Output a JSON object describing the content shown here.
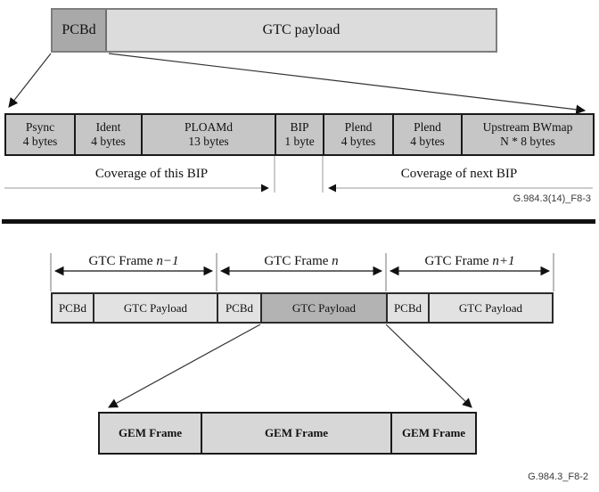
{
  "top_figure": {
    "bar": {
      "pcbd": "PCBd",
      "payload": "GTC payload"
    },
    "fields": [
      {
        "name": "Psync",
        "size": "4 bytes"
      },
      {
        "name": "Ident",
        "size": "4 bytes"
      },
      {
        "name": "PLOAMd",
        "size": "13 bytes"
      },
      {
        "name": "BIP",
        "size": "1 byte"
      },
      {
        "name": "Plend",
        "size": "4 bytes"
      },
      {
        "name": "Plend",
        "size": "4 bytes"
      },
      {
        "name": "Upstream BWmap",
        "size": "N * 8 bytes"
      }
    ],
    "coverage_this_label": "Coverage of this BIP",
    "coverage_next_label": "Coverage of next BIP",
    "caption": "G.984.3(14)_F8-3"
  },
  "bottom_figure": {
    "frame_labels": [
      {
        "prefix": "GTC Frame ",
        "suffix": "n−1"
      },
      {
        "prefix": "GTC Frame ",
        "suffix": "n"
      },
      {
        "prefix": "GTC Frame ",
        "suffix": "n+1"
      }
    ],
    "gtc_cells": [
      {
        "label": "PCBd"
      },
      {
        "label": "GTC Payload"
      },
      {
        "label": "PCBd"
      },
      {
        "label": "GTC Payload"
      },
      {
        "label": "PCBd"
      },
      {
        "label": "GTC Payload"
      }
    ],
    "gem_cells": [
      {
        "label": "GEM Frame"
      },
      {
        "label": "GEM Frame"
      },
      {
        "label": "GEM Frame"
      }
    ],
    "caption": "G.984.3_F8-2"
  },
  "colors": {
    "pcbd_dark": "#a9a9a9",
    "payload_light": "#dcdcdc",
    "field_fill": "#c6c6c6",
    "gtc_light": "#e2e2e2",
    "gtc_highlight": "#b3b3b3",
    "gem_fill": "#d7d7d7",
    "separator": "#111111"
  }
}
